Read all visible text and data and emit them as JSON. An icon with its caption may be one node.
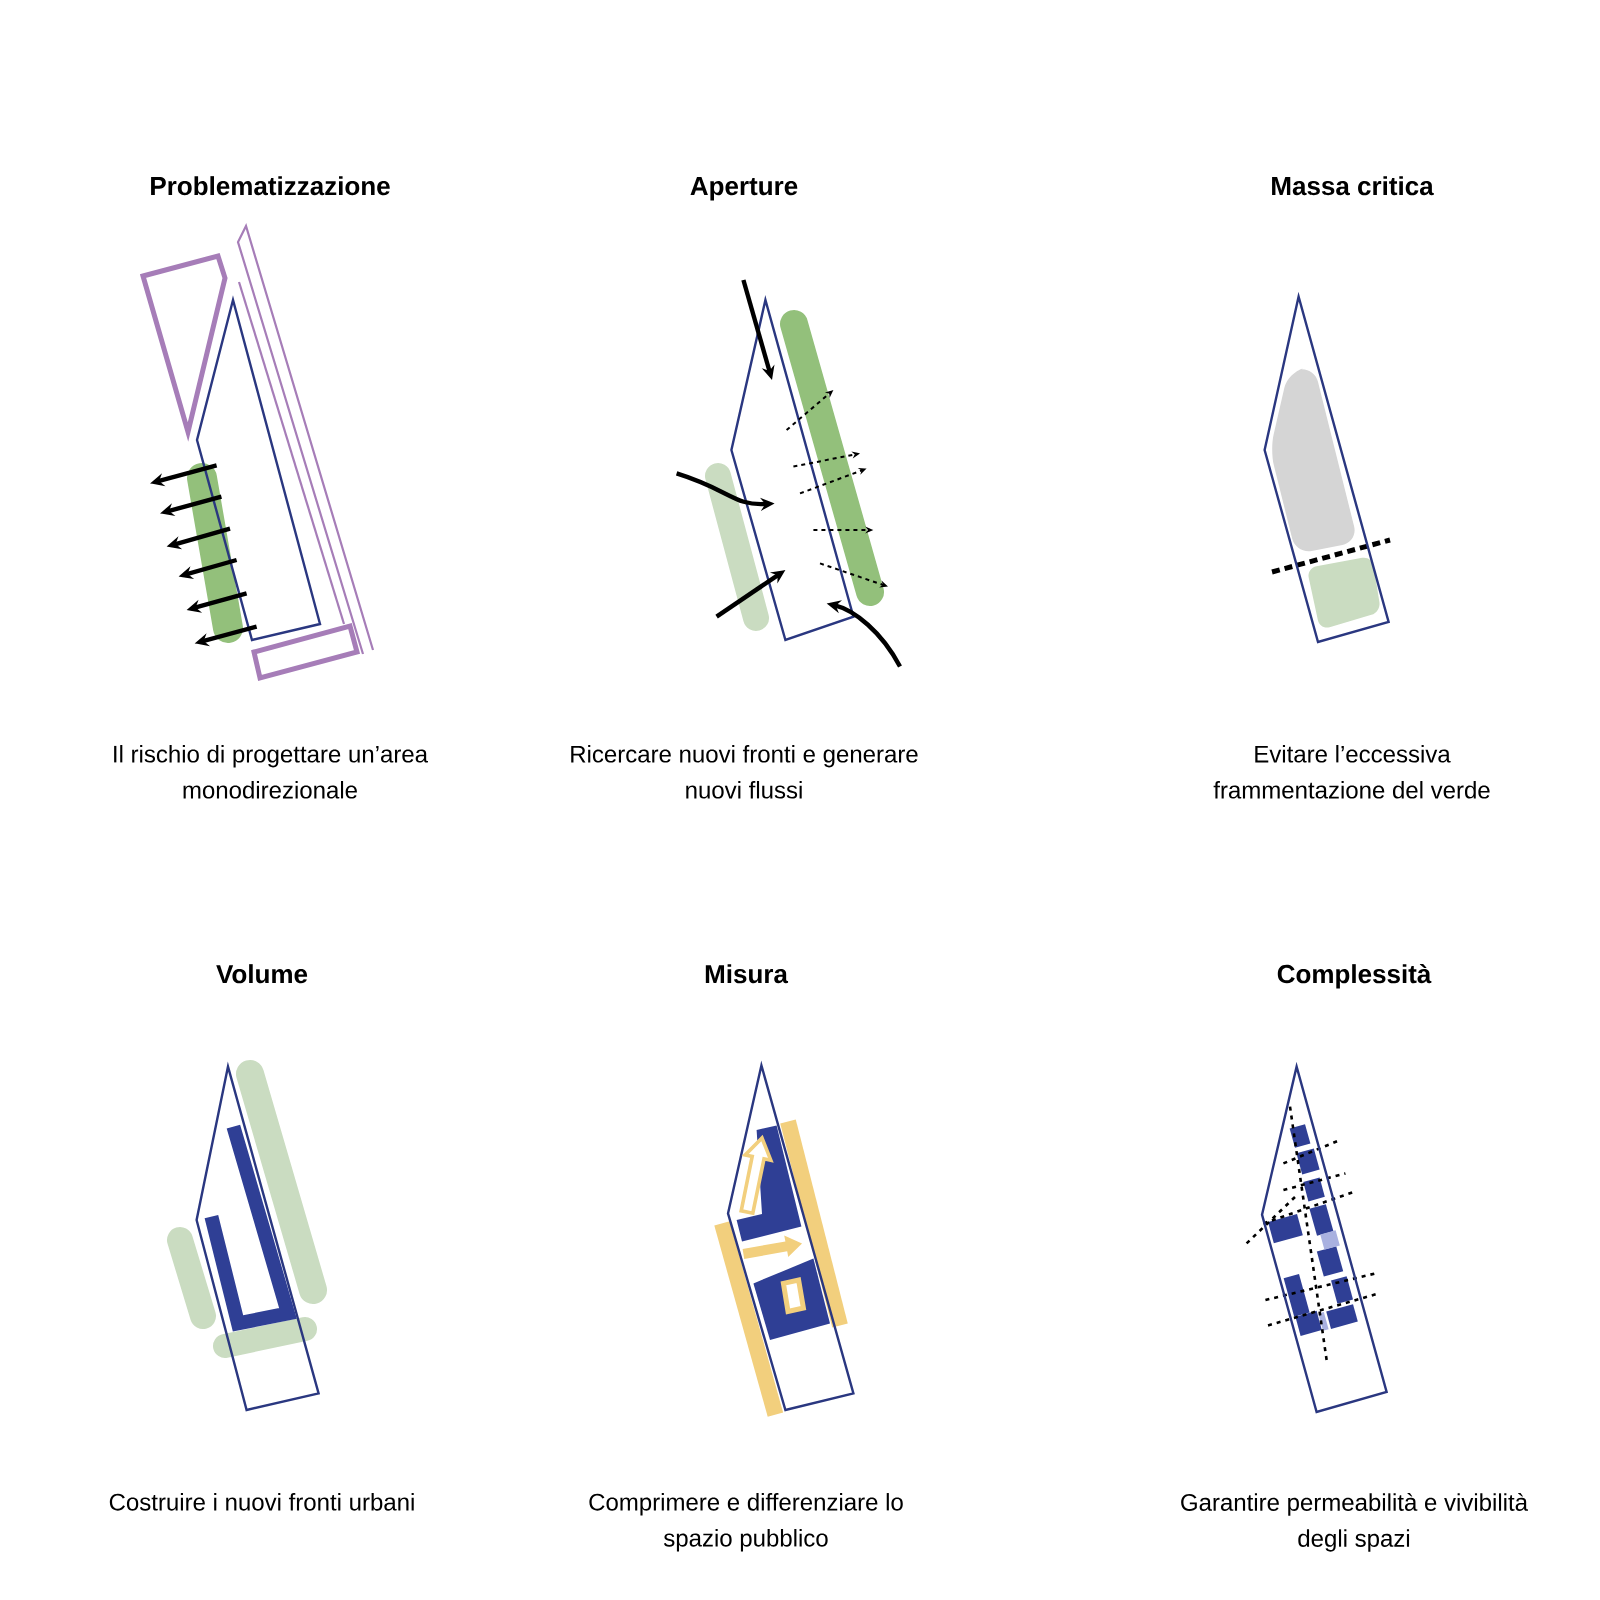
{
  "diagram": {
    "labels": [
      "Problematizzazione",
      "Aperture",
      "Massa critica",
      "Il rischio di progettare un’area monodirezionale",
      "Ricercare nuovi fronti e generare nuovi flussi",
      "Evitare l’eccessiva frammentazione del verde",
      "Volume",
      "Misura",
      "Complessità",
      "Costruire i nuovi fronti urbani",
      "Comprimere e differenziare lo spazio pubblico",
      "Garantire permeabilità e vivibilità degli spazi"
    ]
  }
}
